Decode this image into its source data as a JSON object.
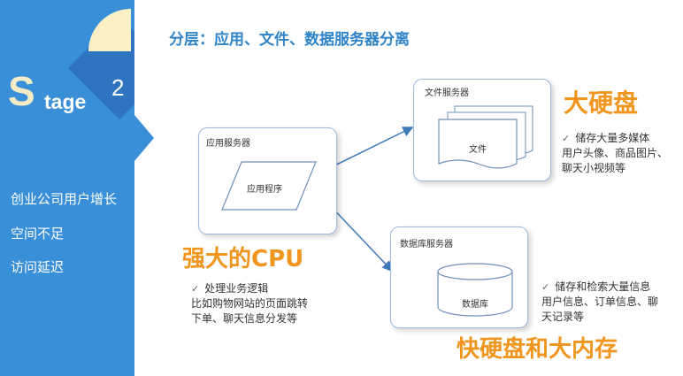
{
  "stage": {
    "letter": "S",
    "rest": "tage",
    "number": "2"
  },
  "sidebar": {
    "items": [
      "创业公司用户增长",
      "空间不足",
      "访问延迟"
    ]
  },
  "title": "分层：应用、文件、数据服务器分离",
  "app_server": {
    "label": "应用服务器",
    "program_label": "应用程序",
    "headline": "强大的CPU",
    "notes": [
      "处理业务逻辑",
      "比如购物网站的页面跳转",
      "下单、聊天信息分发等"
    ]
  },
  "file_server": {
    "label": "文件服务器",
    "doc_label": "文件",
    "headline": "大硬盘",
    "notes": [
      "储存大量多媒体",
      "用户头像、商品图片、",
      "聊天小视频等"
    ]
  },
  "db_server": {
    "label": "数据库服务器",
    "db_label": "数据库",
    "headline": "快硬盘和大内存",
    "notes": [
      "储存和检索大量信息",
      "用户信息、订单信息、聊",
      "天记录等"
    ]
  },
  "colors": {
    "panel": "#3a8fd9",
    "accent": "#f0961f",
    "title": "#2f84c9",
    "arrow": "#3d78b8"
  }
}
